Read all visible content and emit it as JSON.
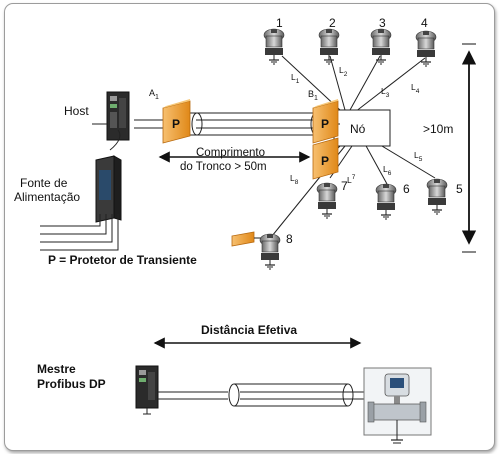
{
  "labels": {
    "host": "Host",
    "fonte_line1": "Fonte de",
    "fonte_line2": "Alimentação",
    "protector_legend": "P = Protetor  de Transiente",
    "protector_symbol": "P",
    "node": "Nó",
    "trunk_line1": "Comprimento",
    "trunk_line2": "do Tronco > 50m",
    "distance": ">10m",
    "master_line1": "Mestre",
    "master_line2": "Profibus DP",
    "effective_distance": "Distância Efetiva",
    "point_a": "A",
    "point_a_sub": "1",
    "point_b": "B",
    "point_b_sub": "1"
  },
  "devices": [
    {
      "id": "1"
    },
    {
      "id": "2"
    },
    {
      "id": "3"
    },
    {
      "id": "4"
    },
    {
      "id": "5"
    },
    {
      "id": "6"
    },
    {
      "id": "7"
    },
    {
      "id": "8"
    }
  ],
  "spurs": [
    {
      "l": "L",
      "sub": "1"
    },
    {
      "l": "L",
      "sub": "2"
    },
    {
      "l": "L",
      "sub": "3"
    },
    {
      "l": "L",
      "sub": "4"
    },
    {
      "l": "L",
      "sub": "5"
    },
    {
      "l": "L",
      "sub": "6"
    },
    {
      "l": "L",
      "sub": "7"
    },
    {
      "l": "L",
      "sub": "8"
    }
  ],
  "colors": {
    "protector": "#f0a030",
    "protector_edge": "#b86a10",
    "device_body": "#9a9a9a",
    "device_dark": "#3a3a3a",
    "line": "#222222"
  }
}
